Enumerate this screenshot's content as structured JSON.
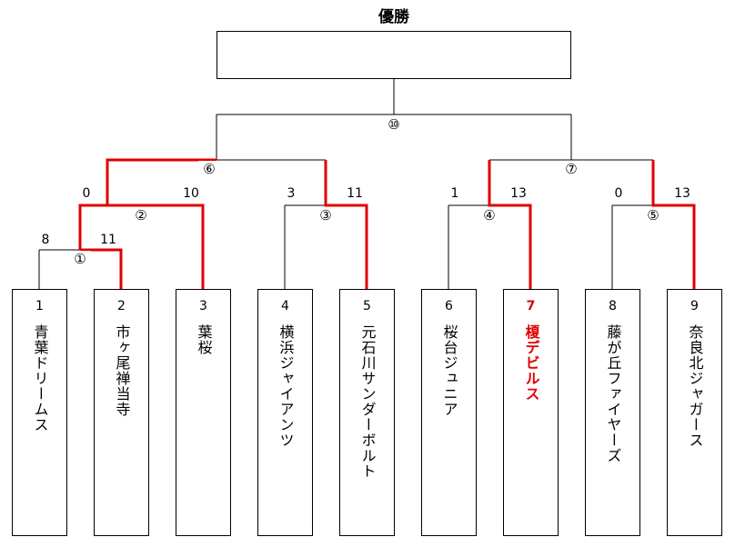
{
  "title": "優勝",
  "teams": [
    {
      "num": "1",
      "name": "青葉ドリームス"
    },
    {
      "num": "2",
      "name": "市ヶ尾禅当寺"
    },
    {
      "num": "3",
      "name": "葉桜"
    },
    {
      "num": "4",
      "name": "横浜ジャイアンツ"
    },
    {
      "num": "5",
      "name": "元石川サンダーボルト"
    },
    {
      "num": "6",
      "name": "桜台ジュニア"
    },
    {
      "num": "7",
      "name": "榎デビルス"
    },
    {
      "num": "8",
      "name": "藤が丘ファイヤーズ"
    },
    {
      "num": "9",
      "name": "奈良北ジャガース"
    }
  ],
  "matches": [
    {
      "label": "①",
      "left_score": "8",
      "right_score": "11"
    },
    {
      "label": "②",
      "left_score": "0",
      "right_score": "10"
    },
    {
      "label": "③",
      "left_score": "3",
      "right_score": "11"
    },
    {
      "label": "④",
      "left_score": "1",
      "right_score": "13"
    },
    {
      "label": "⑤",
      "left_score": "0",
      "right_score": "13"
    },
    {
      "label": "⑥",
      "left_score": "",
      "right_score": ""
    },
    {
      "label": "⑦",
      "left_score": "",
      "right_score": ""
    },
    {
      "label": "⑩",
      "left_score": "",
      "right_score": ""
    }
  ],
  "colors": {
    "line": "#000000",
    "winner_line": "#e00000",
    "highlight_team_text": "#e00000"
  }
}
